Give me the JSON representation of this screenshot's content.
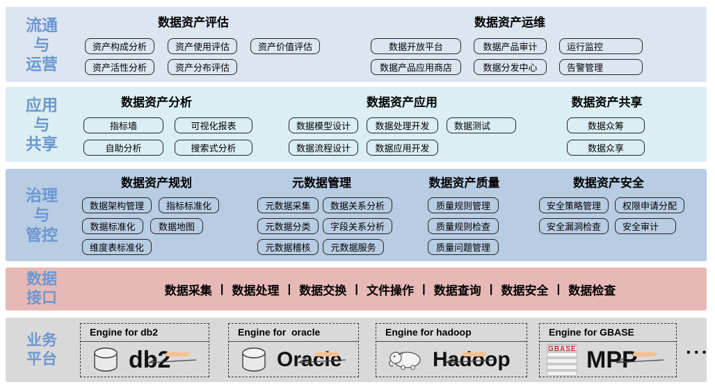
{
  "colors": {
    "band_circulation_bg": "#dce6f1",
    "band_application_bg": "#daeef3",
    "band_governance_bg": "#b8cce4",
    "band_interface_bg": "#e6b9b7",
    "band_platform_bg": "#d9d9d9",
    "side_label_blue": "#6b97cf",
    "annotation_orange": "#f6c08f",
    "gbase_red": "#c0272d"
  },
  "bands": {
    "circulation": {
      "label": [
        "流通",
        "与",
        "运营"
      ],
      "evaluation": {
        "title": "数据资产评估",
        "r1": [
          "资产构成分析",
          "资产使用评估",
          "资产价值评估"
        ],
        "r2": [
          "资产活性分析",
          "资产分布评估"
        ]
      },
      "operations": {
        "title": "数据资产运维",
        "r1": [
          "数据开放平台",
          "数据产品审计",
          "运行监控"
        ],
        "r2": [
          "数据产品应用商店",
          "数据分发中心",
          "告警管理"
        ]
      }
    },
    "application": {
      "label": [
        "应用",
        "与",
        "共享"
      ],
      "analysis": {
        "title": "数据资产分析",
        "r1": [
          "指标墙",
          "可视化报表"
        ],
        "r2": [
          "自助分析",
          "搜索式分析"
        ]
      },
      "app": {
        "title": "数据资产应用",
        "r1": [
          "数据模型设计",
          "数据处理开发",
          "数据测试"
        ],
        "r2": [
          "数据流程设计",
          "数据应用开发"
        ]
      },
      "sharing": {
        "title": "数据资产共享",
        "r1": [
          "数据众筹"
        ],
        "r2": [
          "数据众享"
        ]
      }
    },
    "governance": {
      "label": [
        "治理",
        "与",
        "管控"
      ],
      "planning": {
        "title": "数据资产规划",
        "r1": [
          "数据架构管理",
          "指标标准化"
        ],
        "r2": [
          "数据标准化",
          "数据地图"
        ],
        "r3": [
          "维度表标准化"
        ]
      },
      "metadata": {
        "title": "元数据管理",
        "r1": [
          "元数据采集",
          "数据关系分析"
        ],
        "r2": [
          "元数据分类",
          "字段关系分析"
        ],
        "r3": [
          "元数据稽核",
          "元数据服务"
        ]
      },
      "quality": {
        "title": "数据资产质量",
        "r1": [
          "质量规则管理"
        ],
        "r2": [
          "质量规则检查"
        ],
        "r3": [
          "质量问题管理"
        ]
      },
      "security": {
        "title": "数据资产安全",
        "r1": [
          "安全策略管理",
          "权限申请分配"
        ],
        "r2": [
          "安全漏洞检查",
          "安全审计"
        ]
      }
    },
    "interface": {
      "label": [
        "数据",
        "接口"
      ],
      "separator": "|",
      "items": [
        "数据采集",
        "数据处理",
        "数据交换",
        "文件操作",
        "数据查询",
        "数据安全",
        "数据检查"
      ]
    },
    "platform": {
      "label": [
        "业务",
        "平台"
      ],
      "engines": [
        {
          "header": "Engine for db2",
          "name": "db2",
          "icon": "database-cylinder-icon"
        },
        {
          "header": "Engine for  oracle",
          "name": "Oracle",
          "icon": "database-cylinder-icon"
        },
        {
          "header": "Engine for hadoop",
          "name": "Hadoop",
          "icon": "hadoop-elephant-icon"
        },
        {
          "header": "Engine for GBASE",
          "name": "MPP",
          "icon": "gbase-logo",
          "logo_text": "GBASE"
        }
      ],
      "ellipsis": "···"
    }
  }
}
